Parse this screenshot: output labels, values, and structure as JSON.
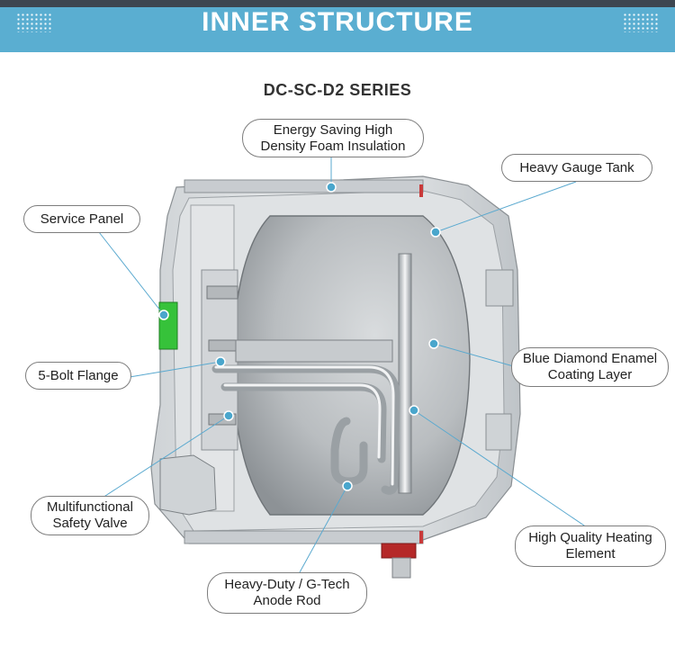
{
  "header": {
    "title": "INNER STRUCTURE"
  },
  "series_title": "DC-SC-D2 SERIES",
  "callouts": {
    "foam": "Energy Saving High\nDensity Foam Insulation",
    "tank": "Heavy Gauge Tank",
    "service_panel": "Service Panel",
    "enamel": "Blue Diamond Enamel\nCoating Layer",
    "flange": "5-Bolt Flange",
    "valve": "Multifunctional\nSafety Valve",
    "heating": "High Quality Heating\nElement",
    "anode": "Heavy-Duty / G-Tech\nAnode Rod"
  },
  "colors": {
    "header_bg": "#5aaed1",
    "header_top_bar": "#3d4650",
    "marker": "#4aa6cc",
    "leader": "#5aa9cf",
    "service_panel_green": "#36c23a",
    "valve_red": "#b52828"
  }
}
